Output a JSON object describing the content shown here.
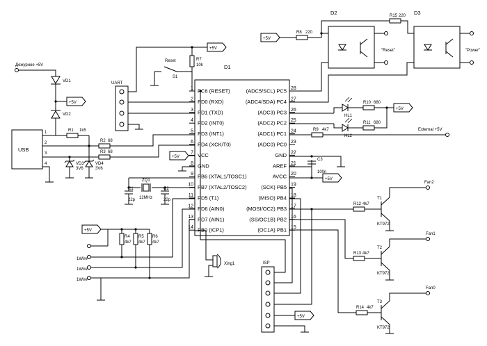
{
  "chip": {
    "name": "D1",
    "left_pins": [
      {
        "num": "1",
        "label": "PC6 (RESET)"
      },
      {
        "num": "2",
        "label": "PD0 (RXD)"
      },
      {
        "num": "3",
        "label": "PD1 (TXD)"
      },
      {
        "num": "4",
        "label": "PD2 (INT0)"
      },
      {
        "num": "5",
        "label": "PD3 (INT1)"
      },
      {
        "num": "6",
        "label": "PD4 (XCK/T0)"
      },
      {
        "num": "7",
        "label": "VCC"
      },
      {
        "num": "8",
        "label": "GND"
      },
      {
        "num": "9",
        "label": "PB6 (XTAL1/TOSC1)"
      },
      {
        "num": "10",
        "label": "PB7 (XTAL2/TOSC2)"
      },
      {
        "num": "11",
        "label": "PD5 (T1)"
      },
      {
        "num": "12",
        "label": "PD6 (AIN0)"
      },
      {
        "num": "13",
        "label": "PD7 (AIN1)"
      },
      {
        "num": "14",
        "label": "PB0 (ICP1)"
      }
    ],
    "right_pins": [
      {
        "num": "28",
        "label": "(ADC5/SCL) PC5"
      },
      {
        "num": "27",
        "label": "(ADC4/SDA) PC4"
      },
      {
        "num": "26",
        "label": "(ADC3) PC3"
      },
      {
        "num": "25",
        "label": "(ADC2) PC2"
      },
      {
        "num": "24",
        "label": "(ADC1) PC1"
      },
      {
        "num": "23",
        "label": "(ADC0) PC0"
      },
      {
        "num": "22",
        "label": "GND"
      },
      {
        "num": "21",
        "label": "AREF"
      },
      {
        "num": "20",
        "label": "AVCC"
      },
      {
        "num": "19",
        "label": "(SCK) PB5"
      },
      {
        "num": "18",
        "label": "(MISO) PB4"
      },
      {
        "num": "17",
        "label": "(MOSI/OC2) PB3"
      },
      {
        "num": "16",
        "label": "(SS/OC1B) PB2"
      },
      {
        "num": "15",
        "label": "(OC1A) PB1"
      }
    ]
  },
  "supply": "+5V",
  "standby": "Дежурное +5V",
  "usb": {
    "label": "USB",
    "pins": [
      "1",
      "2",
      "3",
      "4"
    ]
  },
  "uart": {
    "label": "UART"
  },
  "isp": {
    "label": "ISP"
  },
  "reset": {
    "label": "Reset",
    "switch": "S1"
  },
  "external": "External +5V",
  "onewire": "1Wire",
  "optos": {
    "d2": "D2",
    "d3": "D3",
    "reset": "\"Reset\"",
    "power": "\"Power\""
  },
  "fans": {
    "fan2": "Fan2",
    "fan1": "Fan1",
    "fan0": "Fan0"
  },
  "transistors": {
    "t1": "T1",
    "t2": "T2",
    "t3": "T3",
    "type": "KT972"
  },
  "resistors": {
    "r1": "R1",
    "r1v": "1k5",
    "r2": "R2",
    "r2v": "68",
    "r3": "R3",
    "r3v": "68",
    "r4": "R4",
    "r4v": "4k7",
    "r5": "R5",
    "r5v": "4k7",
    "r6": "R6",
    "r6v": "4k7",
    "r7": "R7",
    "r7v": "10k",
    "r8": "R8",
    "r8v": "220",
    "r9": "R9",
    "r9v": "4k7",
    "r10": "R10",
    "r10v": "680",
    "r11": "R11",
    "r11v": "680",
    "r12": "R12",
    "r12v": "4k7",
    "r13": "R13",
    "r13v": "4k7",
    "r14": "R14",
    "r14v": "4k7",
    "r15": "R15",
    "r15v": "220"
  },
  "caps": {
    "c1": "C1",
    "c1v": "22p",
    "c2": "C2",
    "c2v": "22p",
    "c3": "C3",
    "c3v": "100n"
  },
  "crystal": {
    "name": "ZQ1",
    "freq": "12MHz"
  },
  "diodes": {
    "vd1": "VD1",
    "vd2": "VD2",
    "vd3": "VD3",
    "vd4": "VD4",
    "zener": "3V6"
  },
  "leds": {
    "hl1": "HL1",
    "hl2": "HL2"
  },
  "buzzer": "Xing1"
}
